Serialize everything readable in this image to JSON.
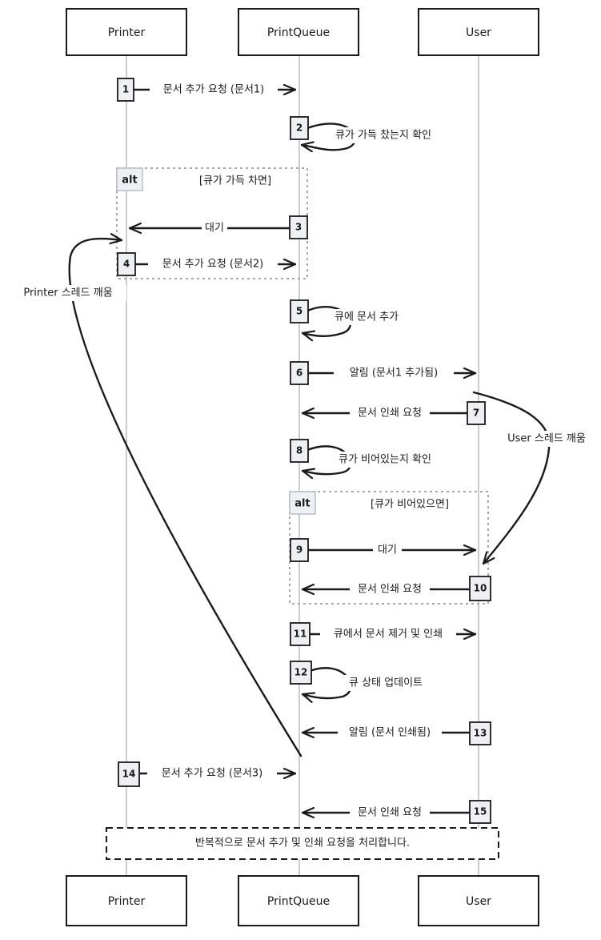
{
  "participants": [
    {
      "key": "printer",
      "label": "Printer"
    },
    {
      "key": "queue",
      "label": "PrintQueue"
    },
    {
      "key": "user",
      "label": "User"
    }
  ],
  "steps": [
    {
      "num": "1",
      "label": "문서 추가 요청 (문서1)"
    },
    {
      "num": "2",
      "label": "큐가 가득 찼는지 확인"
    },
    {
      "num": "3",
      "label": "대기"
    },
    {
      "num": "4",
      "label": "문서 추가 요청 (문서2)"
    },
    {
      "num": "5",
      "label": "큐에 문서 추가"
    },
    {
      "num": "6",
      "label": "알림 (문서1 추가됨)"
    },
    {
      "num": "7",
      "label": "문서 인쇄 요청"
    },
    {
      "num": "8",
      "label": "큐가 비어있는지 확인"
    },
    {
      "num": "9",
      "label": "대기"
    },
    {
      "num": "10",
      "label": "문서 인쇄 요청"
    },
    {
      "num": "11",
      "label": "큐에서 문서 제거 및 인쇄"
    },
    {
      "num": "12",
      "label": "큐 상태 업데이트"
    },
    {
      "num": "13",
      "label": "알림 (문서 인쇄됨)"
    },
    {
      "num": "14",
      "label": "문서 추가 요청 (문서3)"
    },
    {
      "num": "15",
      "label": "문서 인쇄 요청"
    }
  ],
  "alt_frames": [
    {
      "tag": "alt",
      "condition": "[큐가 가득 차면]"
    },
    {
      "tag": "alt",
      "condition": "[큐가 비어있으면]"
    }
  ],
  "wake_labels": {
    "printer": "Printer 스레드 깨움",
    "user": "User 스레드 깨움"
  },
  "note": "반복적으로 문서 추가 및 인쇄 요청을 처리합니다.",
  "colors": {
    "line": "#1a1a1a",
    "lifeline": "#9a9a9a",
    "number_fill": "#eef0f3",
    "alt_frame": "#a8a8a8"
  }
}
